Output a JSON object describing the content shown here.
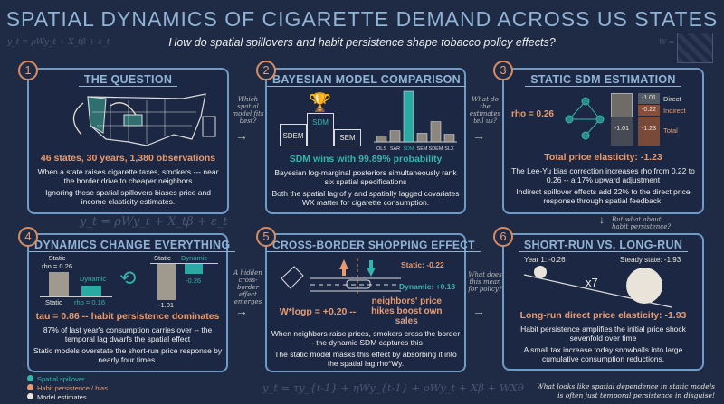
{
  "header": {
    "title": "SPATIAL DYNAMICS OF CIGARETTE DEMAND ACROSS US STATES",
    "subtitle": "How do spatial spillovers and habit persistence shape tobacco policy effects?"
  },
  "equations": {
    "static_top": "y_t = ρWy_t + X_tβ + ε_t",
    "static_mid": "y_t = ρWy_t + X_tβ + ε_t",
    "dynamic": "y_t = τy_{t-1} + ηWy_{t-1} + ρWy_t + Xβ + WXθ",
    "w_label": "W ="
  },
  "panels": [
    {
      "num": "1",
      "title": "THE QUESTION",
      "headline": "46 states, 30 years, 1,380 observations",
      "text1": "When a state raises cigarette taxes, smokers --- near the border drive to cheaper neighbors",
      "text2": "Ignoring these spatial spillovers biases price and income elasticity estimates."
    },
    {
      "num": "2",
      "title": "BAYESIAN MODEL COMPARISON",
      "headline": "SDM wins with 99.89% probability",
      "text1": "Bayesian log-marginal posteriors simultaneously rank six spatial specifications",
      "text2": "Both the spatial lag of y and spatially lagged covariates WX matter for cigarette consumption.",
      "podium": [
        "SDEM",
        "SDM",
        "SEM"
      ]
    },
    {
      "num": "3",
      "title": "STATIC SDM ESTIMATION",
      "headline": "Total price elasticity: -1.23",
      "rho": "rho = 0.26",
      "text1": "The Lee-Yu bias correction increases rho from 0.22 to 0.26 -- a 17% upward adjustment",
      "text2": "Indirect spillover effects add 22% to the direct price response through spatial feedback.",
      "bars": {
        "left": "-1.01",
        "direct": "-1.01",
        "indirect": "-0.22",
        "total": "-1.23",
        "labels": [
          "Direct",
          "Indirect",
          "Total"
        ]
      }
    },
    {
      "num": "4",
      "title": "DYNAMICS CHANGE EVERYTHING",
      "headline": "tau = 0.86 -- habit persistence dominates",
      "text1": "87% of last year's consumption carries over -- the temporal lag dwarfs the spatial effect",
      "text2": "Static models overstate the short-run price response by nearly four times.",
      "left": {
        "static": "Static",
        "rho_static": "rho = 0.26",
        "dynamic": "Dynamic",
        "axis_static": "Static",
        "rho_dynamic": "rho = 0.16",
        "values": [
          0.26,
          0.16
        ]
      },
      "right": {
        "static": "Static",
        "dynamic": "Dynamic",
        "static_val": "-1.01",
        "dynamic_val": "-0.26",
        "values": [
          -1.01,
          -0.26
        ]
      }
    },
    {
      "num": "5",
      "title": "CROSS-BORDER SHOPPING EFFECT",
      "headline_a": "W*logp = +0.20 --",
      "headline_b": "neighbors' price hikes boost own sales",
      "static": "Static: -0.22",
      "dynamic": "Dynamic: +0.18",
      "text1": "When neighbors raise prices, smokers cross the border -- the dynamic SDM captures this",
      "text2": "The static model masks this effect by absorbing it into the spatial lag rho*Wy."
    },
    {
      "num": "6",
      "title": "SHORT-RUN VS. LONG-RUN",
      "headline": "Long-run direct price elasticity: -1.93",
      "year1": "Year 1: -0.26",
      "steady": "Steady state: -1.93",
      "mult": "x7",
      "text1": "Habit persistence amplifies the initial price shock sevenfold over time",
      "text2": "A small tax increase today snowballs into large cumulative consumption reductions."
    }
  ],
  "model_chart": {
    "categories": [
      "OLS",
      "SAR",
      "SDM",
      "SEM",
      "SDEM",
      "SLX"
    ],
    "relative_heights": [
      0.12,
      0.22,
      1.0,
      0.17,
      0.4,
      0.15
    ],
    "highlight": "SDM"
  },
  "connectors": {
    "c12": "Which spatial model fits best?",
    "c23": "What do the estimates tell us?",
    "c36": "But what about habit persistence?",
    "c45": "A hidden cross-border effect emerges",
    "c56": "What does this mean for policy?"
  },
  "legend": [
    {
      "label": "Spatial spillover",
      "color": "#35b4ac"
    },
    {
      "label": "Habit persistence / bias",
      "color": "#e89a70"
    },
    {
      "label": "Model estimates",
      "color": "#eae6dc"
    }
  ],
  "footnote": "What looks like spatial dependence in static models is often just temporal persistence in disguise!",
  "colors": {
    "background": "#1f2b45",
    "title": "#8fb4d6",
    "accent_teal": "#35b4ac",
    "accent_orange": "#e89a70",
    "panel_border": "#6f9cc6"
  }
}
